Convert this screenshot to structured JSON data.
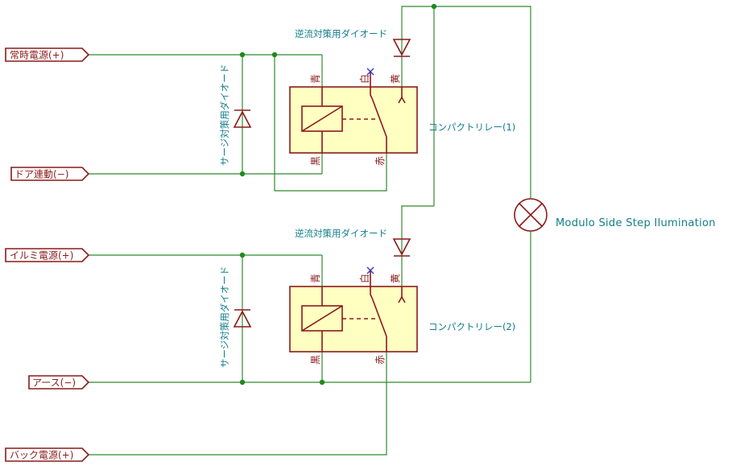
{
  "ports": {
    "constant_power": "常時電源(+)",
    "door_interlock": "ドア連動(−)",
    "illumi_power": "イルミ電源(+)",
    "ground": "アース(−)",
    "back_power": "バック電源(+)"
  },
  "relays": {
    "relay1": {
      "label": "コンパクトリレー(1)",
      "pin_blue": "青",
      "pin_black": "黒",
      "pin_white": "白",
      "pin_red": "赤",
      "pin_yellow": "黄"
    },
    "relay2": {
      "label": "コンパクトリレー(2)",
      "pin_blue": "青",
      "pin_black": "黒",
      "pin_white": "白",
      "pin_red": "赤",
      "pin_yellow": "黄"
    }
  },
  "diodes": {
    "surge1": "サージ対策用ダイオード",
    "surge2": "サージ対策用ダイオード",
    "reverse1": "逆流対策用ダイオード",
    "reverse2": "逆流対策用ダイオード"
  },
  "lamp": {
    "label": "Modulo Side Step Ilumination"
  },
  "colors": {
    "wire": "#2e8b2e",
    "component": "#8b1a1a",
    "relay_fill": "#ffffc2",
    "note_text": "#117e8a",
    "no_connect": "#2f3bd0"
  }
}
